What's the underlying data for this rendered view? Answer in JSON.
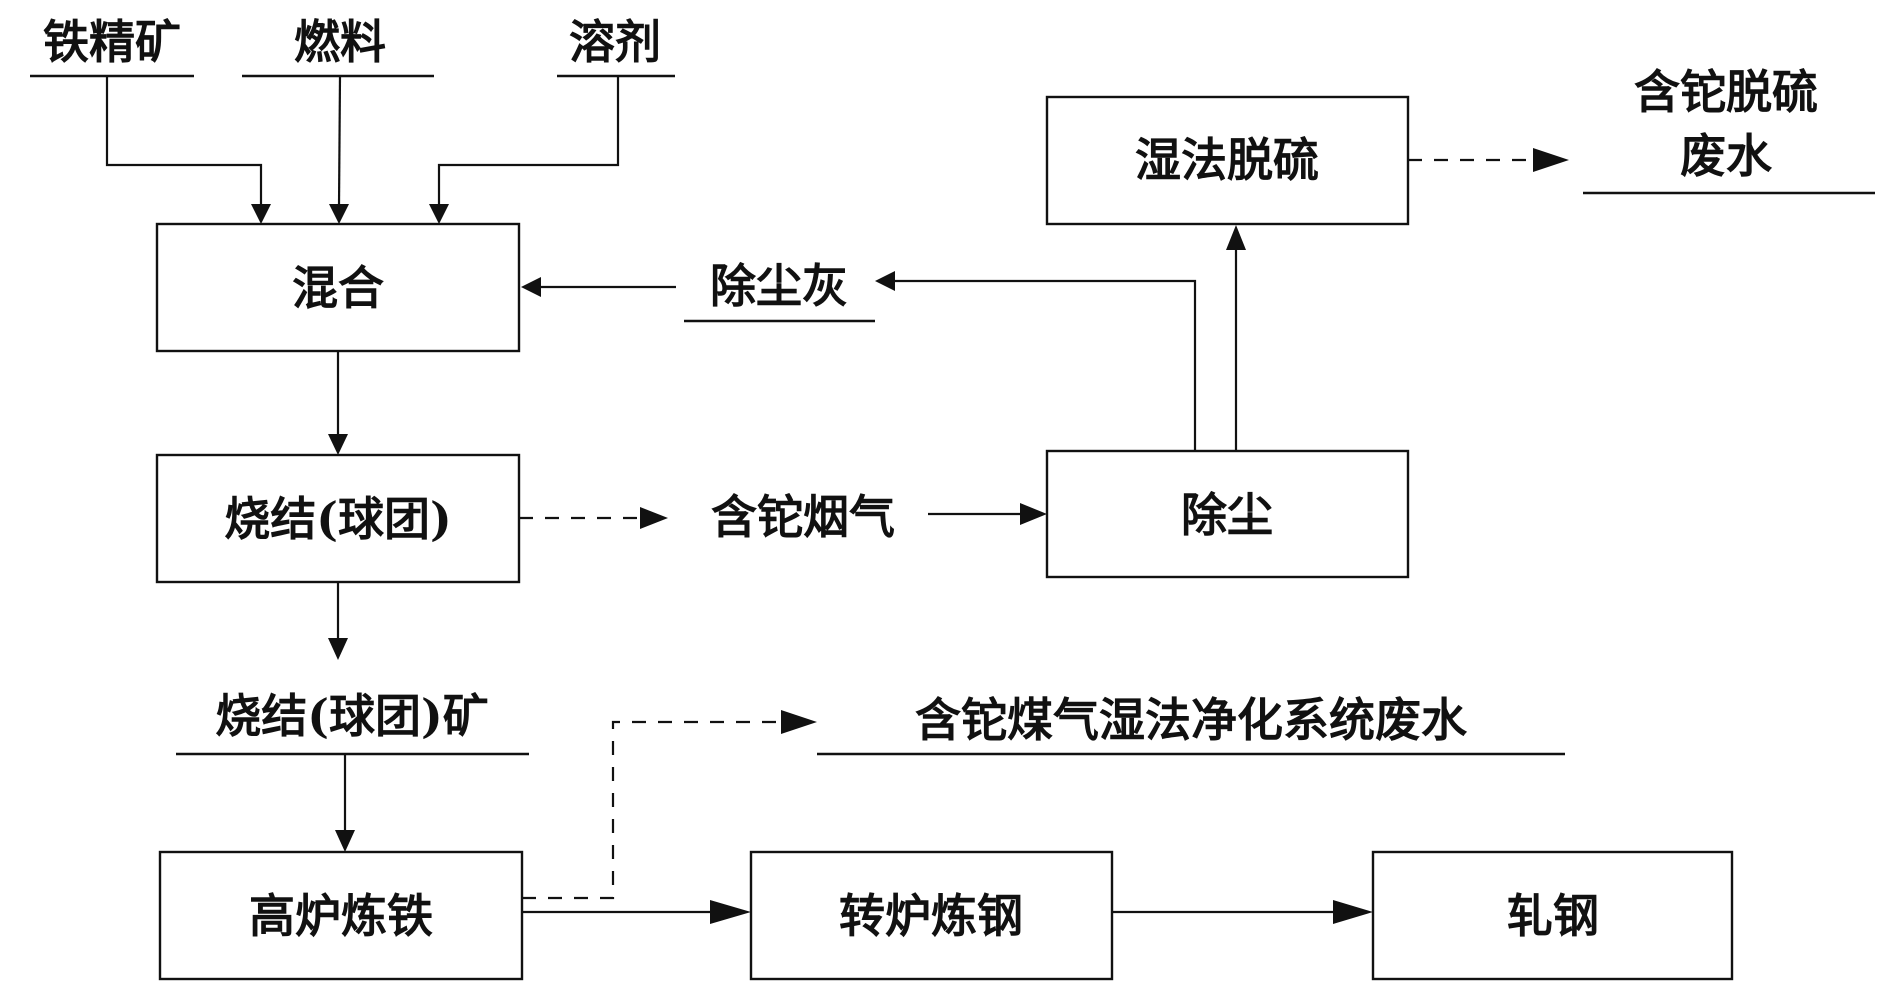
{
  "diagram": {
    "type": "process-flowchart",
    "inputs": {
      "iron_concentrate": "铁精矿",
      "fuel": "燃料",
      "flux": "溶剂"
    },
    "boxes": {
      "mixing": "混合",
      "sintering": "烧结(球团)",
      "dust_removal": "除尘",
      "wet_desulfurization": "湿法脱硫",
      "blast_furnace": "高炉炼铁",
      "converter": "转炉炼钢",
      "rolling": "轧钢"
    },
    "labels": {
      "dust_ash": "除尘灰",
      "tl_flue_gas": "含铊烟气",
      "tl_desulf_wastewater_line1": "含铊脱硫",
      "tl_desulf_wastewater_line2": "废水",
      "sinter_ore": "烧结(球团)矿",
      "tl_gas_wastewater": "含铊煤气湿法净化系统废水"
    },
    "edges": [
      {
        "from": "铁精矿",
        "to": "混合",
        "style": "solid"
      },
      {
        "from": "燃料",
        "to": "混合",
        "style": "solid"
      },
      {
        "from": "溶剂",
        "to": "混合",
        "style": "solid"
      },
      {
        "from": "混合",
        "to": "烧结(球团)",
        "style": "solid"
      },
      {
        "from": "烧结(球团)",
        "to": "含铊烟气",
        "style": "dashed"
      },
      {
        "from": "含铊烟气",
        "to": "除尘",
        "style": "solid"
      },
      {
        "from": "除尘",
        "to": "除尘灰",
        "style": "solid"
      },
      {
        "from": "除尘灰",
        "to": "混合",
        "style": "solid"
      },
      {
        "from": "除尘",
        "to": "湿法脱硫",
        "style": "solid"
      },
      {
        "from": "湿法脱硫",
        "to": "含铊脱硫废水",
        "style": "dashed"
      },
      {
        "from": "烧结(球团)",
        "to": "烧结(球团)矿",
        "style": "solid"
      },
      {
        "from": "烧结(球团)矿",
        "to": "高炉炼铁",
        "style": "solid"
      },
      {
        "from": "高炉炼铁",
        "to": "含铊煤气湿法净化系统废水",
        "style": "dashed"
      },
      {
        "from": "高炉炼铁",
        "to": "转炉炼钢",
        "style": "solid"
      },
      {
        "from": "转炉炼钢",
        "to": "轧钢",
        "style": "solid"
      }
    ]
  }
}
